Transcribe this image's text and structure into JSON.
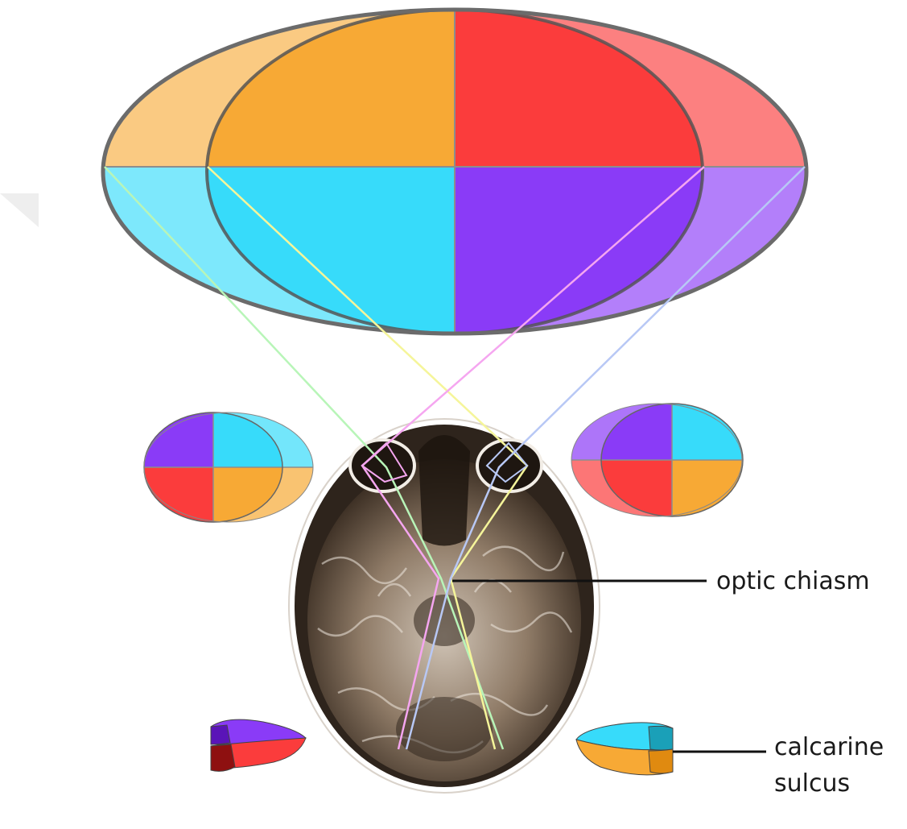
{
  "labels": {
    "optic_chiasm": "optic chiasm",
    "calcarine_line1": "calcarine",
    "calcarine_line2": "sulcus"
  },
  "colors": {
    "upper_left_quadrant": "#f7a935",
    "upper_right_quadrant": "#fb3c3c",
    "lower_left_quadrant": "#37dbfa",
    "lower_right_quadrant": "#8a3bf7",
    "field_outline": "#6b6b6b",
    "ray_green": "#b8f5b8",
    "ray_yellow": "#f5f59a",
    "ray_pink": "#f5a6f0",
    "ray_blue": "#b8c8f5",
    "brain_tissue": "#8a7562",
    "brain_dark": "#2e241c",
    "pointer_line": "#111111"
  },
  "icons": [
    "visual-field-diagram",
    "left-eye-field-icon",
    "right-eye-field-icon",
    "mri-axial-brain-icon",
    "left-visual-cortex-icon",
    "right-visual-cortex-icon"
  ]
}
